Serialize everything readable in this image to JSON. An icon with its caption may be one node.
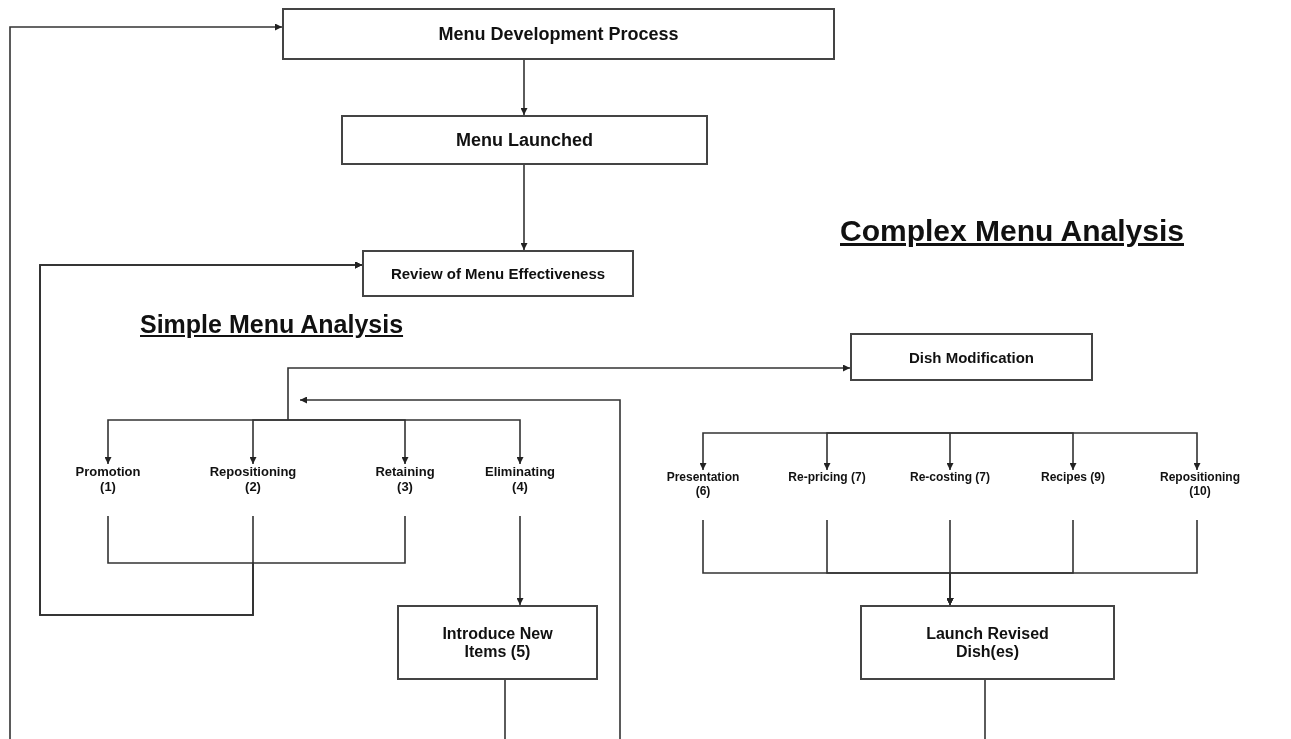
{
  "diagram": {
    "nodes": [
      {
        "text": [
          "Menu Development Process"
        ]
      },
      {
        "text": [
          "Menu Launched"
        ]
      },
      {
        "text": [
          "Review of Menu Effectiveness"
        ]
      },
      {
        "text": [
          "Dish Modification"
        ]
      },
      {
        "text": [
          "Promotion (1)"
        ]
      },
      {
        "text": [
          "Repositioning (2)"
        ]
      },
      {
        "text": [
          "Retaining (3)"
        ]
      },
      {
        "text": [
          "Eliminating (4)"
        ]
      },
      {
        "text": [
          "Introduce New Items (5)"
        ]
      },
      {
        "text": [
          "Presentation (6)"
        ]
      },
      {
        "text": [
          "Re-pricing (7)"
        ]
      },
      {
        "text": [
          "Re-costing (7)"
        ]
      },
      {
        "text": [
          "Recipes (9)"
        ]
      },
      {
        "text": [
          "Repositioning (10)"
        ]
      },
      {
        "text": [
          "Launch Revised Dish(es)"
        ]
      }
    ],
    "edges": [
      {
        "from": 0,
        "to": 1,
        "arrow": "to"
      },
      {
        "from": 1,
        "to": 2,
        "arrow": "to"
      },
      {
        "from": null,
        "to": 0,
        "arrow": "to"
      },
      {
        "from": null,
        "to": 3,
        "arrow": "to"
      },
      {
        "from": null,
        "to": 4,
        "arrow": "to"
      },
      {
        "from": null,
        "to": 5,
        "arrow": "to"
      },
      {
        "from": null,
        "to": 6,
        "arrow": "to"
      },
      {
        "from": null,
        "to": 7,
        "arrow": "to"
      },
      {
        "from": 4,
        "to": 2,
        "arrow": "to"
      },
      {
        "from": 5,
        "to": 2,
        "arrow": "to"
      },
      {
        "from": 6,
        "to": 2,
        "arrow": "to"
      },
      {
        "from": 7,
        "to": 8,
        "arrow": "to"
      },
      {
        "from": 8,
        "to": null,
        "arrow": "none"
      },
      {
        "from": null,
        "to": 9,
        "arrow": "to"
      },
      {
        "from": null,
        "to": 10,
        "arrow": "to"
      },
      {
        "from": null,
        "to": 11,
        "arrow": "to"
      },
      {
        "from": null,
        "to": 12,
        "arrow": "to"
      },
      {
        "from": null,
        "to": 13,
        "arrow": "to"
      },
      {
        "from": 9,
        "to": 14,
        "arrow": "to"
      },
      {
        "from": 10,
        "to": 14,
        "arrow": "to"
      },
      {
        "from": 11,
        "to": 14,
        "arrow": "to"
      },
      {
        "from": 12,
        "to": 14,
        "arrow": "to"
      },
      {
        "from": 13,
        "to": 14,
        "arrow": "to"
      },
      {
        "from": 14,
        "to": null,
        "arrow": "none"
      }
    ],
    "labels": [
      "Complex Menu Analysis",
      "Simple Menu Analysis"
    ]
  }
}
